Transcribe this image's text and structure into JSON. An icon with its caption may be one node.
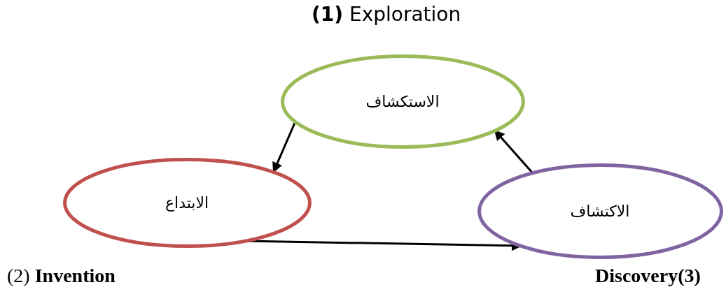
{
  "diagram": {
    "nodes": [
      {
        "text": [
          "الاستكشاف"
        ],
        "beside": [
          "**(1)** Exploration"
        ]
      },
      {
        "text": [
          "الابتداع"
        ],
        "beside": [
          "(2) **Invention**"
        ]
      },
      {
        "text": [
          "الاكتشاف"
        ],
        "beside": [
          "**Discovery(3)**"
        ]
      }
    ],
    "edges": [
      {
        "from": 0,
        "to": 1,
        "arrow": "to"
      },
      {
        "from": 1,
        "to": 2,
        "arrow": "to"
      },
      {
        "from": 2,
        "to": 0,
        "arrow": "to"
      }
    ]
  }
}
